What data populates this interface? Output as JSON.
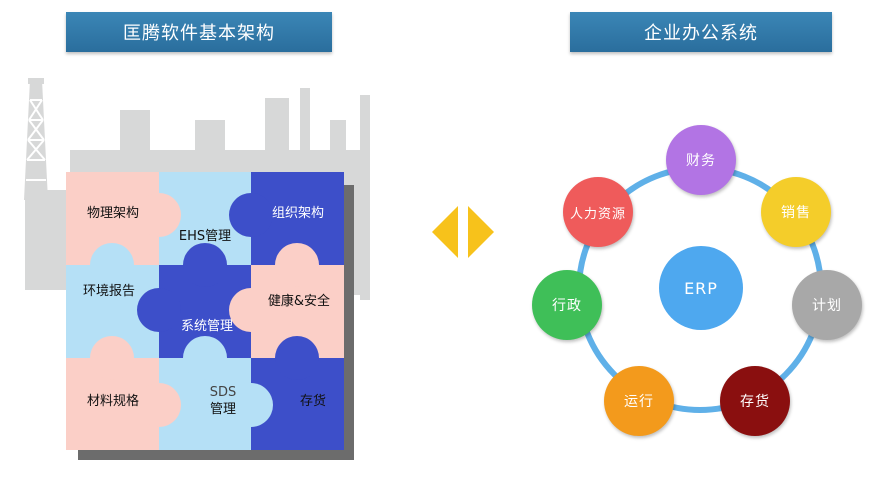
{
  "left_panel": {
    "title": "匡腾软件基本架构",
    "pieces": {
      "physical": "物理架构",
      "ehs": "EHS管理",
      "org": "组织架构",
      "env": "环境报告",
      "system": "系统管理",
      "health": "健康&安全",
      "material": "材料规格",
      "sds_line1": "SDS",
      "sds_line2": "管理",
      "inventory": "存货"
    }
  },
  "right_panel": {
    "title": "企业办公系统",
    "center": "ERP",
    "nodes": {
      "finance": "财务",
      "hr": "人力资源",
      "sales": "销售",
      "plan": "计划",
      "admin": "行政",
      "operation": "运行",
      "stock": "存货"
    }
  },
  "colors": {
    "banner": "#2f7aab",
    "pink": "#fbcfc7",
    "light_blue": "#b5e0f6",
    "dark_blue": "#3d4fc9",
    "ring": "#5fb0e8",
    "finance": "#b274e4",
    "hr": "#ef5b5b",
    "sales": "#f4cd2a",
    "plan": "#a8a8a8",
    "admin": "#3fbf58",
    "operation": "#f39a1c",
    "stock": "#8a0f0f",
    "erp": "#4ea8ef",
    "arrow": "#f7c21b"
  }
}
